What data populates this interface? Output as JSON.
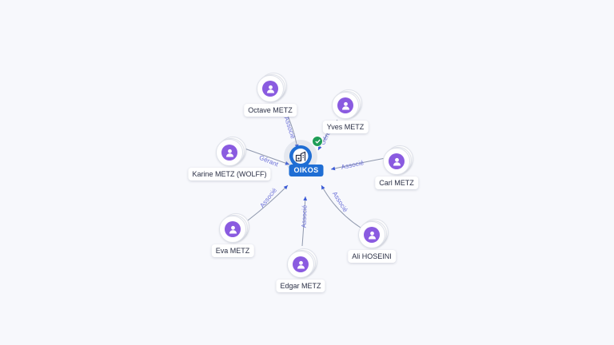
{
  "company": {
    "name": "OIKOS",
    "icon": "building-icon",
    "status_icon": "verified-check-icon"
  },
  "people": [
    {
      "key": "octave",
      "name": "Octave METZ",
      "role": "Associé"
    },
    {
      "key": "yves",
      "name": "Yves METZ",
      "role": "Gérant"
    },
    {
      "key": "karine",
      "name": "Karine METZ (WOLFF)",
      "role": "Gérant"
    },
    {
      "key": "carl",
      "name": "Carl METZ",
      "role": "Associé"
    },
    {
      "key": "eva",
      "name": "Eva METZ",
      "role": "Associé"
    },
    {
      "key": "ali",
      "name": "Ali HOSEINI",
      "role": "Associé"
    },
    {
      "key": "edgar",
      "name": "Edgar METZ",
      "role": "Associé"
    }
  ],
  "colors": {
    "company_blue": "#1f6ed4",
    "person_purple": "#8a5be0",
    "verified_green": "#1f9d57",
    "edge_label": "#6a6fd8"
  }
}
